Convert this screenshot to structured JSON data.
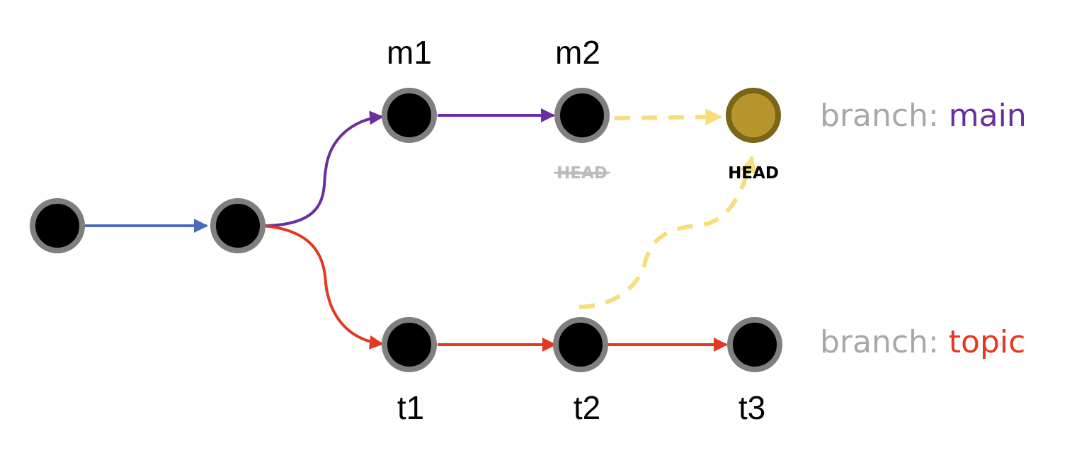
{
  "colors": {
    "commit_fill": "#000000",
    "commit_stroke": "#7f7f7f",
    "head_commit_fill": "#b8952c",
    "head_commit_stroke": "#7a6518",
    "base_edge": "#4a6bbf",
    "main_branch": "#6a2e9f",
    "topic_branch": "#e4391e",
    "head_move": "#f7de7a",
    "old_head_text": "#bcbcbc",
    "head_text": "#000000",
    "branch_prefix": "#a8a8a8"
  },
  "commits": {
    "m1": "m1",
    "m2": "m2",
    "t1": "t1",
    "t2": "t2",
    "t3": "t3"
  },
  "head": {
    "old_label": "HEAD",
    "new_label": "HEAD"
  },
  "branches": {
    "main": {
      "prefix": "branch: ",
      "name": "main"
    },
    "topic": {
      "prefix": "branch: ",
      "name": "topic"
    }
  }
}
